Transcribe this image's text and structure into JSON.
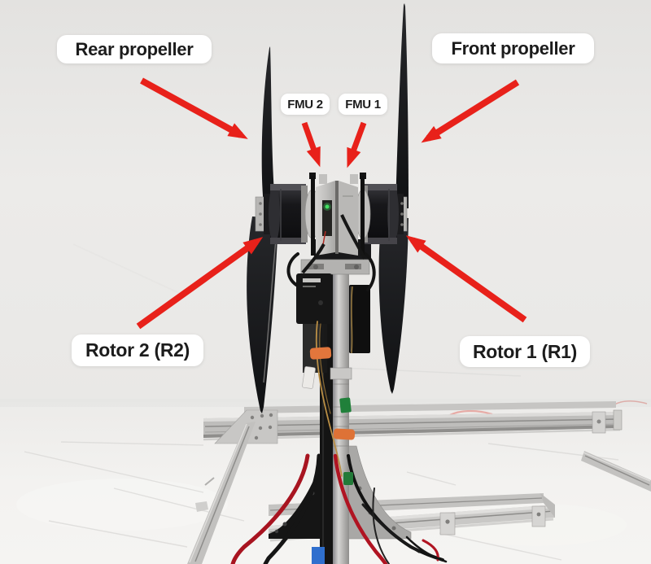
{
  "annotations": {
    "rear_propeller": {
      "label": "Rear propeller"
    },
    "front_propeller": {
      "label": "Front propeller"
    },
    "fmu_2": {
      "label": "FMU 2"
    },
    "fmu_1": {
      "label": "FMU 1"
    },
    "rotor_2": {
      "label": "Rotor 2 (R2)"
    },
    "rotor_1": {
      "label": "Rotor 1 (R1)"
    }
  },
  "colors": {
    "arrow_red": "#e8211a",
    "label_background": "#ffffff",
    "label_text": "#1c1c1c",
    "status_led_green": "#42e062"
  }
}
